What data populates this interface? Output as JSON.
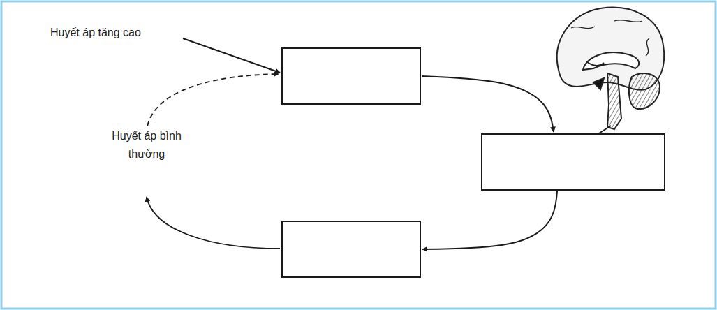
{
  "diagram": {
    "nodes": [
      {
        "text": []
      },
      {
        "text": []
      },
      {
        "text": []
      }
    ],
    "edges": [
      {
        "from": 0,
        "to": 1,
        "arrow": "to"
      },
      {
        "from": 1,
        "to": 2,
        "arrow": "to"
      }
    ],
    "labels": [
      "Huyết áp tăng cao",
      "Huyết áp bình thường"
    ]
  }
}
